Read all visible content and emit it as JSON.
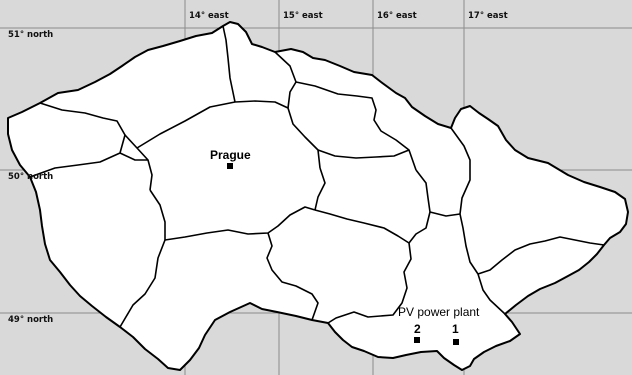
{
  "map": {
    "colors": {
      "background": "#d9d9d9",
      "land": "#ffffff",
      "border": "#000000",
      "grid": "#8c8c8c"
    },
    "longitude_labels": [
      "14° east",
      "15° east",
      "16° east",
      "17° east"
    ],
    "latitude_labels": [
      "51° north",
      "50° north",
      "49° north"
    ],
    "city": {
      "name": "Prague"
    },
    "pv": {
      "title": "PV power plant",
      "sites": [
        {
          "label": "2"
        },
        {
          "label": "1"
        }
      ]
    }
  }
}
